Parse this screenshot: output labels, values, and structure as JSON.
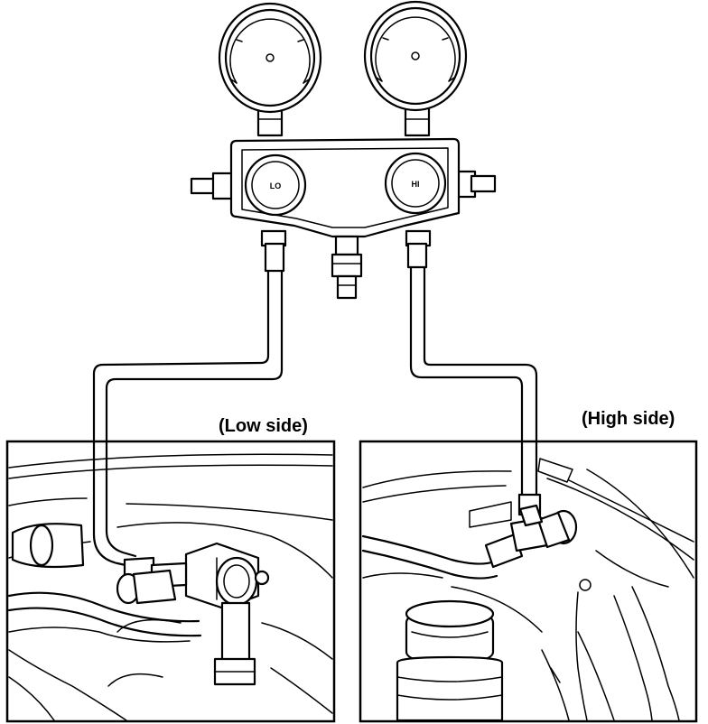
{
  "labels": {
    "low_side": "(Low side)",
    "high_side": "(High side)",
    "lo_gauge": "LO",
    "hi_gauge": "HI"
  },
  "colors": {
    "line": "#000000",
    "background": "#ffffff"
  }
}
